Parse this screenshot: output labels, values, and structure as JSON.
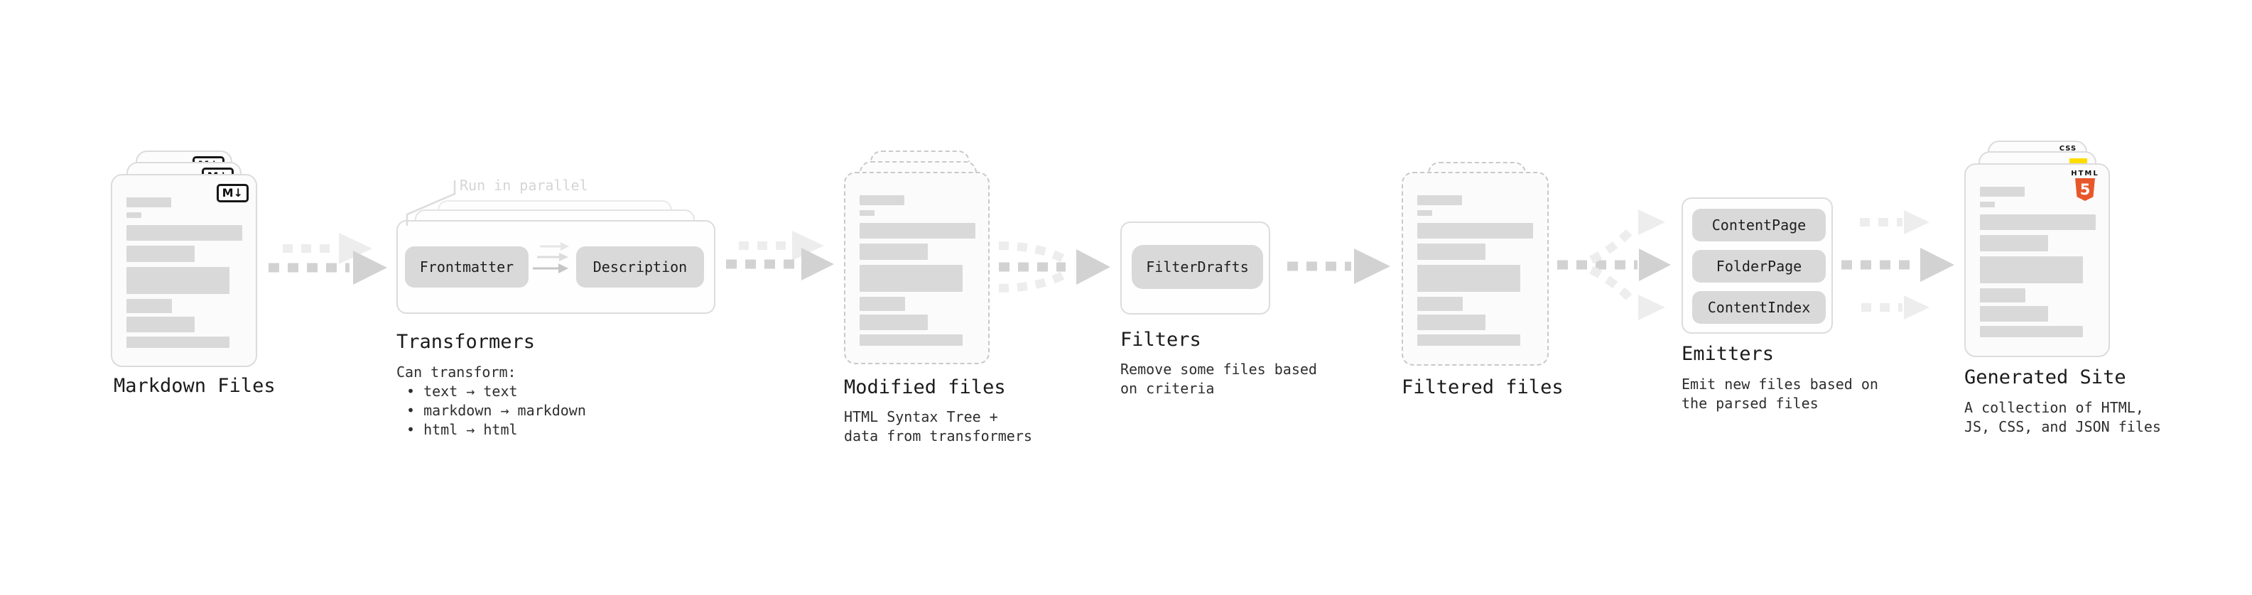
{
  "stages": {
    "markdown_files": {
      "label": "Markdown Files",
      "badge": "M↓"
    },
    "transformers": {
      "label": "Transformers",
      "callout": "Run in parallel",
      "input_pill": "Frontmatter",
      "output_pill": "Description",
      "desc_heading": "Can transform:",
      "bullets": [
        "• text → text",
        "• markdown → markdown",
        "• html → html"
      ]
    },
    "modified_files": {
      "label": "Modified files",
      "desc": [
        "HTML Syntax Tree +",
        "data from transformers"
      ]
    },
    "filters": {
      "label": "Filters",
      "pill": "FilterDrafts",
      "desc": [
        "Remove some files based",
        "on criteria"
      ]
    },
    "filtered_files": {
      "label": "Filtered files"
    },
    "emitters": {
      "label": "Emitters",
      "pills": [
        "ContentPage",
        "FolderPage",
        "ContentIndex"
      ],
      "desc": [
        "Emit new files based on",
        "the parsed files"
      ]
    },
    "generated_site": {
      "label": "Generated Site",
      "desc": [
        "A collection of HTML,",
        "JS, CSS, and JSON files"
      ],
      "badge_css": "CSS",
      "badge_html_word": "HTML",
      "badge_html_number": "5"
    }
  },
  "colors": {
    "css_blue": "#2760e6",
    "js_yellow": "#ffdd00",
    "html_orange": "#e8572a",
    "arrow_gray": "#d2d2d2",
    "arrow_light_gray": "#ededed"
  }
}
